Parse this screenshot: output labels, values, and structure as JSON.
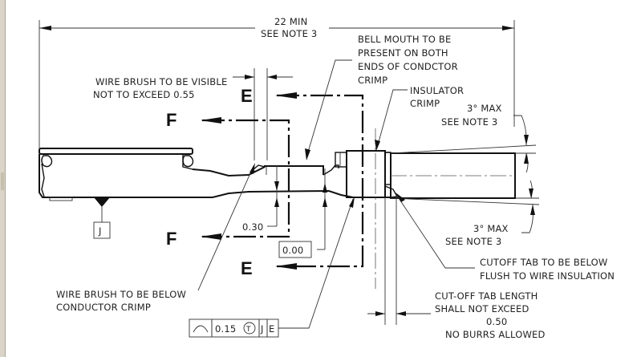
{
  "drawing": {
    "overall_dimension": {
      "value": "22 MIN",
      "note": "SEE NOTE 3"
    },
    "section_labels": {
      "e_top": "E",
      "e_bottom": "E",
      "f_top": "F",
      "f_bottom": "F"
    },
    "notes": {
      "wire_brush_visible": [
        "WIRE BRUSH TO BE VISIBLE",
        "NOT TO EXCEED  0.55"
      ],
      "bell_mouth": [
        "BELL MOUTH TO BE",
        "PRESENT ON BOTH",
        "ENDS OF CONDCTOR",
        "CRIMP"
      ],
      "insulator_crimp": [
        "INSULATOR",
        "CRIMP"
      ],
      "angle_top": [
        "3° MAX",
        "SEE NOTE 3"
      ],
      "angle_bottom": [
        "3° MAX",
        "SEE NOTE 3"
      ],
      "cutoff_tab_flush": [
        "CUTOFF TAB TO BE BELOW",
        "FLUSH TO WIRE INSULATION"
      ],
      "cutoff_tab_length": [
        "CUT-OFF TAB LENGTH",
        "SHALL NOT EXCEED",
        "0.50",
        "NO BURRS ALLOWED"
      ],
      "wire_brush_below": [
        "WIRE BRUSH TO BE BELOW",
        "CONDUCTOR CRIMP"
      ]
    },
    "dimensions": {
      "crimp_height": "0.30",
      "basic_zero": "0.00"
    },
    "datum": {
      "label": "J"
    },
    "feature_control_frame": {
      "symbol": "profile-of-a-line",
      "tolerance": "0.15",
      "modifier": "T",
      "datum_1": "J",
      "datum_2": "E"
    }
  }
}
